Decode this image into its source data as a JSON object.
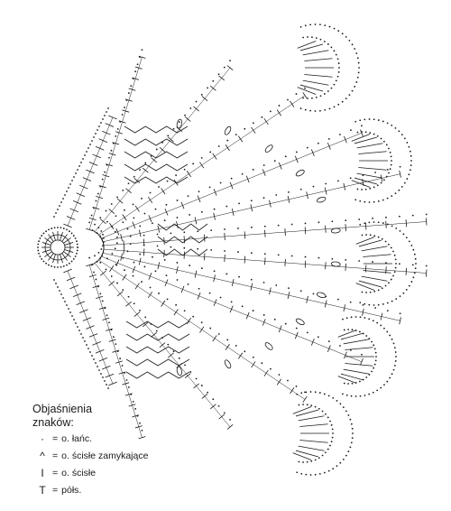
{
  "legend": {
    "title_line1": "Objaśnienia",
    "title_line2": "znaków:",
    "items": [
      {
        "symbol": "·",
        "label": "o. łańc.",
        "icon": "chain-stitch-dot-icon"
      },
      {
        "symbol": "^",
        "label": "o. ścisłe zamykające",
        "icon": "slip-stitch-caret-icon"
      },
      {
        "symbol": "I",
        "label": "o. ścisłe",
        "icon": "single-crochet-bar-icon"
      },
      {
        "symbol": "T",
        "label": "półs.",
        "icon": "half-double-crochet-t-icon"
      }
    ],
    "equals": "="
  },
  "colors": {
    "ink": "#1a1a1a",
    "paper": "#ffffff"
  },
  "diagram": {
    "type": "crochet-doily-chart"
  }
}
